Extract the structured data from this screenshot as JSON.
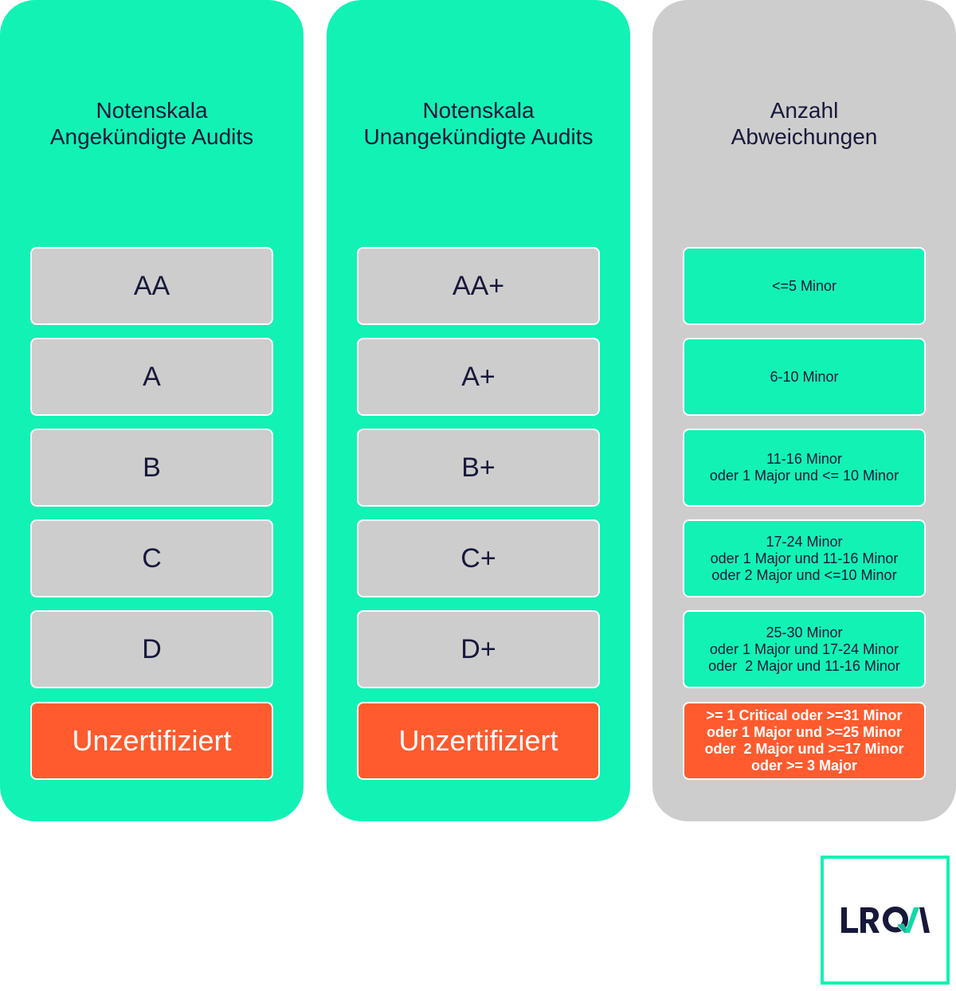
{
  "columns": [
    {
      "title_line1": "Notenskala",
      "title_line2": "Angekündigte Audits",
      "items": [
        "AA",
        "A",
        "B",
        "C",
        "D",
        "Unzertifiziert"
      ]
    },
    {
      "title_line1": "Notenskala",
      "title_line2": "Unangekündigte Audits",
      "items": [
        "AA+",
        "A+",
        "B+",
        "C+",
        "D+",
        "Unzertifiziert"
      ]
    },
    {
      "title_line1": "Anzahl",
      "title_line2": "Abweichungen",
      "items": [
        [
          "<=5 Minor"
        ],
        [
          "6-10 Minor"
        ],
        [
          "11-16 Minor",
          "oder 1 Major und <= 10 Minor"
        ],
        [
          "17-24 Minor",
          "oder 1 Major und 11-16 Minor",
          "oder 2 Major und <=10 Minor"
        ],
        [
          "25-30 Minor",
          "oder 1 Major und 17-24 Minor",
          "oder  2 Major und 11-16 Minor"
        ],
        [
          ">= 1 Critical oder >=31 Minor",
          "oder 1 Major und >=25 Minor",
          "oder  2 Major und >=17 Minor",
          "oder >= 3 Major"
        ]
      ]
    }
  ],
  "logo": {
    "text": "LRQA"
  },
  "colors": {
    "green": "#12f2b4",
    "gray": "#cdcdcd",
    "orange": "#ff5b2e",
    "text": "#17183a"
  }
}
